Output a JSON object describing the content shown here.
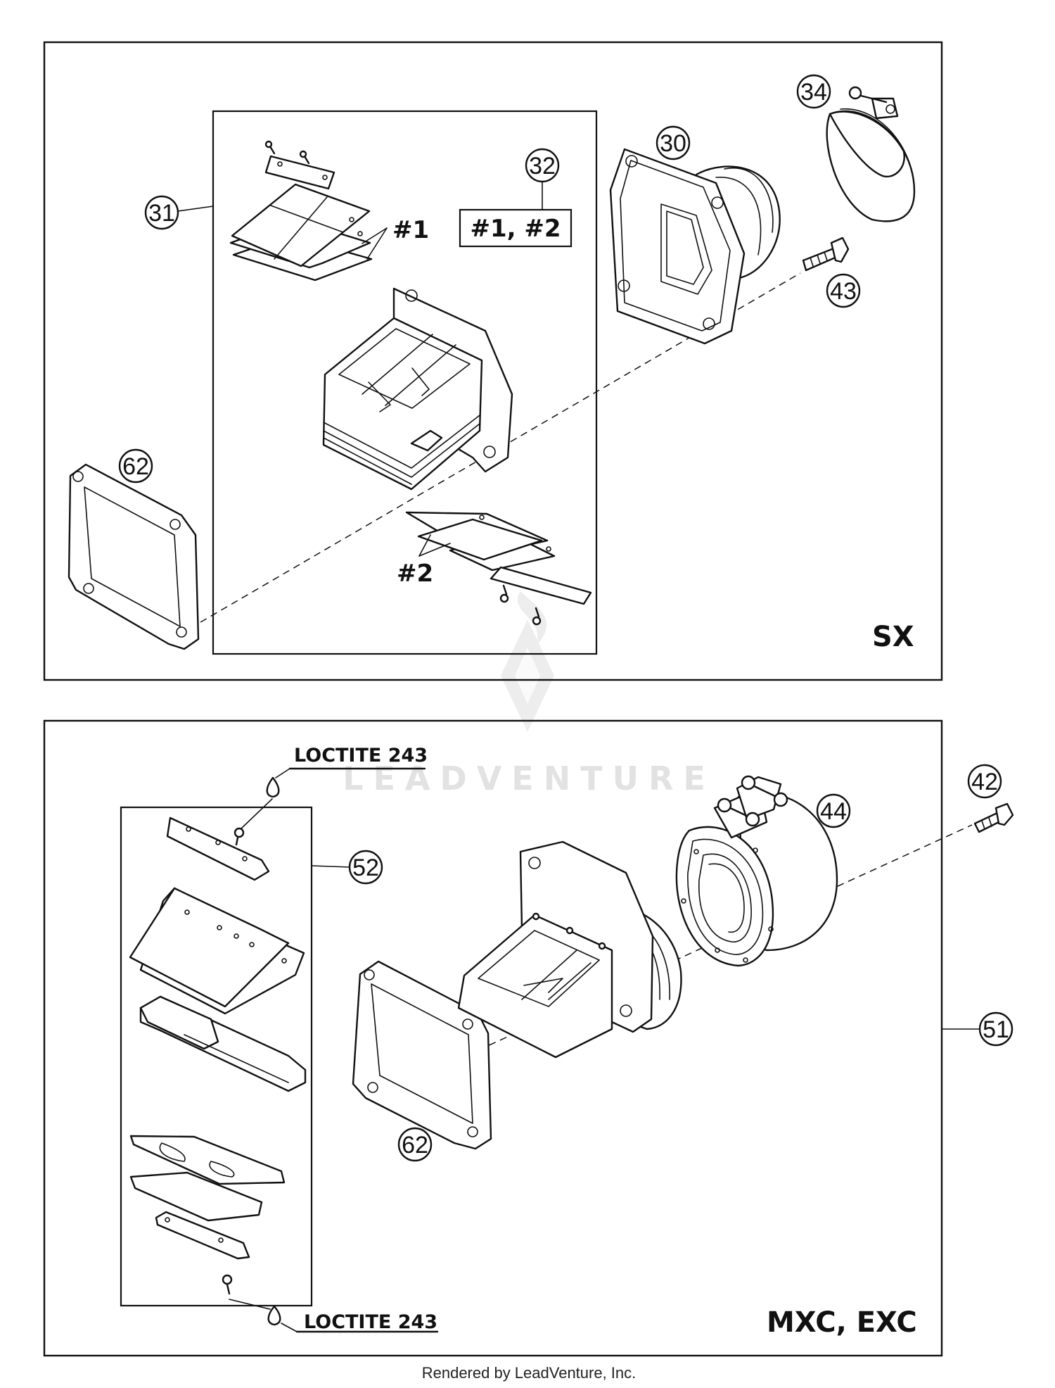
{
  "title": "",
  "watermark": "LEADVENTURE",
  "footer": "Rendered by LeadVenture, Inc.",
  "panels": {
    "top": {
      "model_label": "SX",
      "callouts": {
        "p31": "31",
        "p32": "32",
        "p30": "30",
        "p34": "34",
        "p43": "43",
        "p62": "62"
      },
      "reed_top_code": "#1",
      "reed_bottom_code": "#2",
      "kit_code": "#1, #2"
    },
    "bottom": {
      "model_label": "MXC, EXC",
      "callouts": {
        "p42": "42",
        "p44": "44",
        "p52": "52",
        "p51": "51",
        "p62": "62"
      },
      "loctite_top": "LOCTITE 243",
      "loctite_bottom": "LOCTITE 243"
    }
  }
}
